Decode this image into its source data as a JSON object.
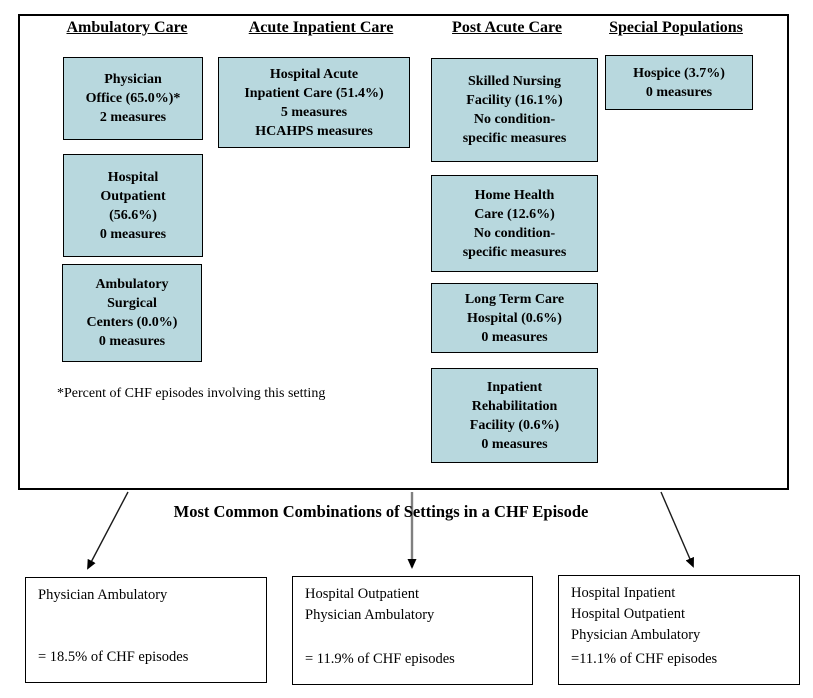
{
  "diagram": {
    "box_fill_color": "#b8d8de",
    "border_color": "#000000",
    "columns": [
      {
        "heading": "Ambulatory Care"
      },
      {
        "heading": "Acute Inpatient Care"
      },
      {
        "heading": "Post Acute Care"
      },
      {
        "heading": "Special Populations"
      }
    ],
    "boxes": {
      "physician_office": {
        "lines": [
          "Physician",
          "Office (65.0%)*",
          "2 measures"
        ]
      },
      "hospital_outpatient": {
        "lines": [
          "Hospital",
          "Outpatient",
          "(56.6%)",
          "0 measures"
        ]
      },
      "ambulatory_surgical": {
        "lines": [
          "Ambulatory",
          "Surgical",
          "Centers (0.0%)",
          "0 measures"
        ]
      },
      "hospital_acute": {
        "lines": [
          "Hospital Acute",
          "Inpatient Care (51.4%)",
          "5 measures",
          "HCAHPS measures"
        ]
      },
      "skilled_nursing": {
        "lines": [
          "Skilled Nursing",
          "Facility (16.1%)",
          "No condition-",
          "specific measures"
        ]
      },
      "home_health": {
        "lines": [
          "Home Health",
          "Care (12.6%)",
          "No condition-",
          "specific measures"
        ]
      },
      "long_term_care": {
        "lines": [
          "Long Term Care",
          "Hospital (0.6%)",
          "0 measures"
        ]
      },
      "inpatient_rehab": {
        "lines": [
          "Inpatient",
          "Rehabilitation",
          "Facility (0.6%)",
          "0 measures"
        ]
      },
      "hospice": {
        "lines": [
          "Hospice (3.7%)",
          "0 measures"
        ]
      }
    },
    "footnote": "*Percent of CHF episodes involving this setting"
  },
  "combinations": {
    "title": "Most Common Combinations of Settings in a CHF Episode",
    "items": [
      {
        "settings": [
          "Physician Ambulatory"
        ],
        "share": "= 18.5% of CHF episodes"
      },
      {
        "settings": [
          "Hospital Outpatient",
          "Physician Ambulatory"
        ],
        "share": "= 11.9% of CHF episodes"
      },
      {
        "settings": [
          "Hospital Inpatient",
          "Hospital Outpatient",
          "Physician Ambulatory"
        ],
        "share": "=11.1% of CHF episodes"
      }
    ]
  }
}
